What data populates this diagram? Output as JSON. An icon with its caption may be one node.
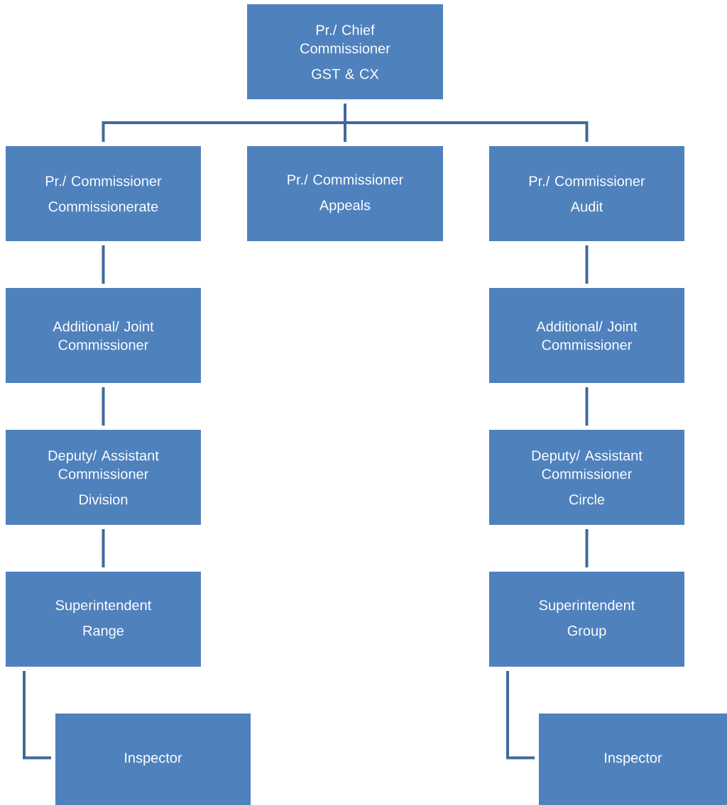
{
  "diagram": {
    "nodes": [
      {
        "text": [
          "Pr./ Chief Commissioner",
          "GST & CX"
        ]
      },
      {
        "text": [
          "Pr./ Commissioner",
          "Commissionerate"
        ]
      },
      {
        "text": [
          "Pr./ Commissioner",
          "Appeals"
        ]
      },
      {
        "text": [
          "Pr./ Commissioner",
          "Audit"
        ]
      },
      {
        "text": [
          "Additional/ Joint Commissioner"
        ]
      },
      {
        "text": [
          "Additional/ Joint Commissioner"
        ]
      },
      {
        "text": [
          "Deputy/ Assistant Commissioner",
          "Division"
        ]
      },
      {
        "text": [
          "Deputy/ Assistant Commissioner",
          "Circle"
        ]
      },
      {
        "text": [
          "Superintendent",
          "Range"
        ]
      },
      {
        "text": [
          "Superintendent",
          "Group"
        ]
      },
      {
        "text": [
          "Inspector"
        ]
      },
      {
        "text": [
          "Inspector"
        ]
      }
    ],
    "edges": [
      {
        "from": 0,
        "to": 1,
        "arrow": "none"
      },
      {
        "from": 0,
        "to": 2,
        "arrow": "none"
      },
      {
        "from": 0,
        "to": 3,
        "arrow": "none"
      },
      {
        "from": 1,
        "to": 4,
        "arrow": "none"
      },
      {
        "from": 3,
        "to": 5,
        "arrow": "none"
      },
      {
        "from": 4,
        "to": 6,
        "arrow": "none"
      },
      {
        "from": 5,
        "to": 7,
        "arrow": "none"
      },
      {
        "from": 6,
        "to": 8,
        "arrow": "none"
      },
      {
        "from": 7,
        "to": 9,
        "arrow": "none"
      },
      {
        "from": 8,
        "to": 10,
        "arrow": "none"
      },
      {
        "from": 9,
        "to": 11,
        "arrow": "none"
      }
    ]
  }
}
